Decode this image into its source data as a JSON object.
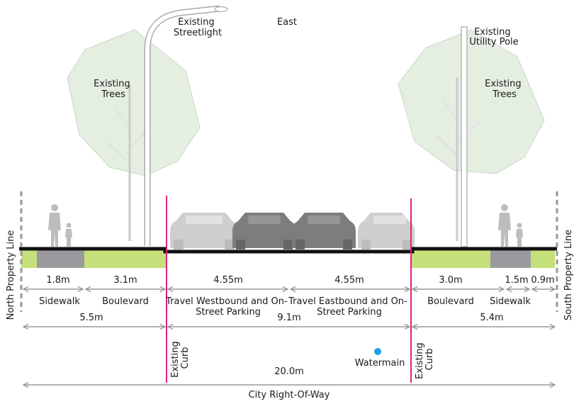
{
  "labels": {
    "direction": "East",
    "streetlight": [
      "Existing",
      "Streetlight"
    ],
    "utility_pole": [
      "Existing",
      "Utility Pole"
    ],
    "trees_left": [
      "Existing",
      "Trees"
    ],
    "trees_right": [
      "Existing",
      "Trees"
    ],
    "north_property_line": "North Property Line",
    "south_property_line": "South Property Line",
    "existing_curb_left": [
      "Existing",
      "Curb"
    ],
    "existing_curb_right": [
      "Existing",
      "Curb"
    ],
    "watermain": "Watermain",
    "right_of_way": "City Right-Of-Way",
    "total_width": "20.0m"
  },
  "segments": [
    {
      "id": "sidewalk-north",
      "width": "1.8m",
      "name": [
        "Sidewalk"
      ]
    },
    {
      "id": "boulevard-north",
      "width": "3.1m",
      "name": [
        "Boulevard"
      ]
    },
    {
      "id": "travel-westbound",
      "width": "4.55m",
      "name": [
        "Travel Westbound and On-",
        "Street Parking"
      ]
    },
    {
      "id": "travel-eastbound",
      "width": "4.55m",
      "name": [
        "Travel Eastbound and On-",
        "Street Parking"
      ]
    },
    {
      "id": "boulevard-south",
      "width": "3.0m",
      "name": [
        "Boulevard"
      ]
    },
    {
      "id": "sidewalk-south",
      "width": "1.5m",
      "name": [
        "Sidewalk"
      ]
    },
    {
      "id": "edge-south",
      "width": "0.9m",
      "name": []
    }
  ],
  "subtotals": [
    {
      "id": "north-side",
      "width": "5.5m"
    },
    {
      "id": "roadway",
      "width": "9.1m"
    },
    {
      "id": "south-side",
      "width": "5.4m"
    }
  ],
  "colors": {
    "curb_line": "#e0207a",
    "boulevard": "#c5e07a",
    "sidewalk": "#9a9a9e",
    "tree": "#e4efe2",
    "dim": "#999999",
    "watermain": "#1ea0e6"
  }
}
